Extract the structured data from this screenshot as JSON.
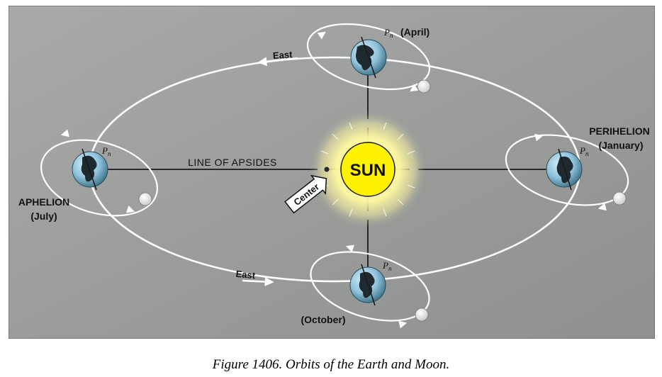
{
  "diagram": {
    "sun_label": "SUN",
    "line_label": "LINE OF APSIDES",
    "center_label": "Center",
    "east_top": "East",
    "east_bottom": "East",
    "pole_label": "P",
    "pole_subscript": "n",
    "april_label": "(April)",
    "perihelion_label": "PERIHELION",
    "january_label": "(January)",
    "aphelion_label": "APHELION",
    "july_label": "(July)",
    "october_label": "(October)"
  },
  "caption": "Figure 1406. Orbits of the Earth and Moon.",
  "colors": {
    "background_gray": "#9c9e9c",
    "sun_yellow": "#fff200",
    "glow_yellow": "#fffbb0",
    "earth_blue": "#8fc3dc",
    "land_dark": "#1e2a30",
    "orbit_white": "#ffffff"
  }
}
